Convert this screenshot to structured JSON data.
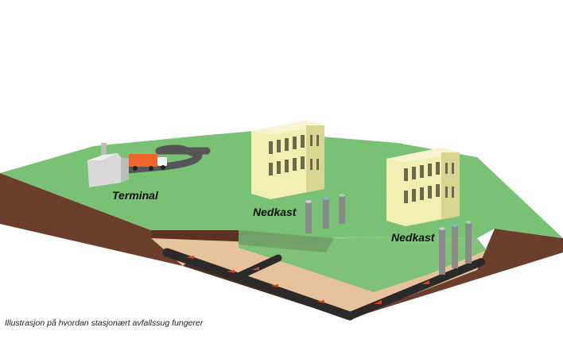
{
  "labels": {
    "terminal": "Terminal",
    "nedkast_left": "Nedkast",
    "nedkast_right": "Nedkast"
  },
  "caption": "Illustrasjon på hvordan stasjonært avfallssug fungerer",
  "colors": {
    "grass": "#79c175",
    "grass_edge": "#5ea85b",
    "soil_side": "#6a3e2a",
    "soil_dark": "#4f2c1d",
    "trench_sand": "#e6c39a",
    "building": "#f1efb1",
    "building_shade": "#d8d590",
    "window": "#6b6a47",
    "pipe": "#2a2a2a",
    "arrow": "#e23b1f",
    "truck": "#f0662a",
    "road": "#555555",
    "terminal": "#d9d9d9"
  },
  "icons": {
    "truck": "garbage-truck-icon",
    "terminal": "terminal-building-icon",
    "inlet": "waste-inlet-icon",
    "building": "apartment-building-icon",
    "pipe": "pipe-network-icon"
  }
}
